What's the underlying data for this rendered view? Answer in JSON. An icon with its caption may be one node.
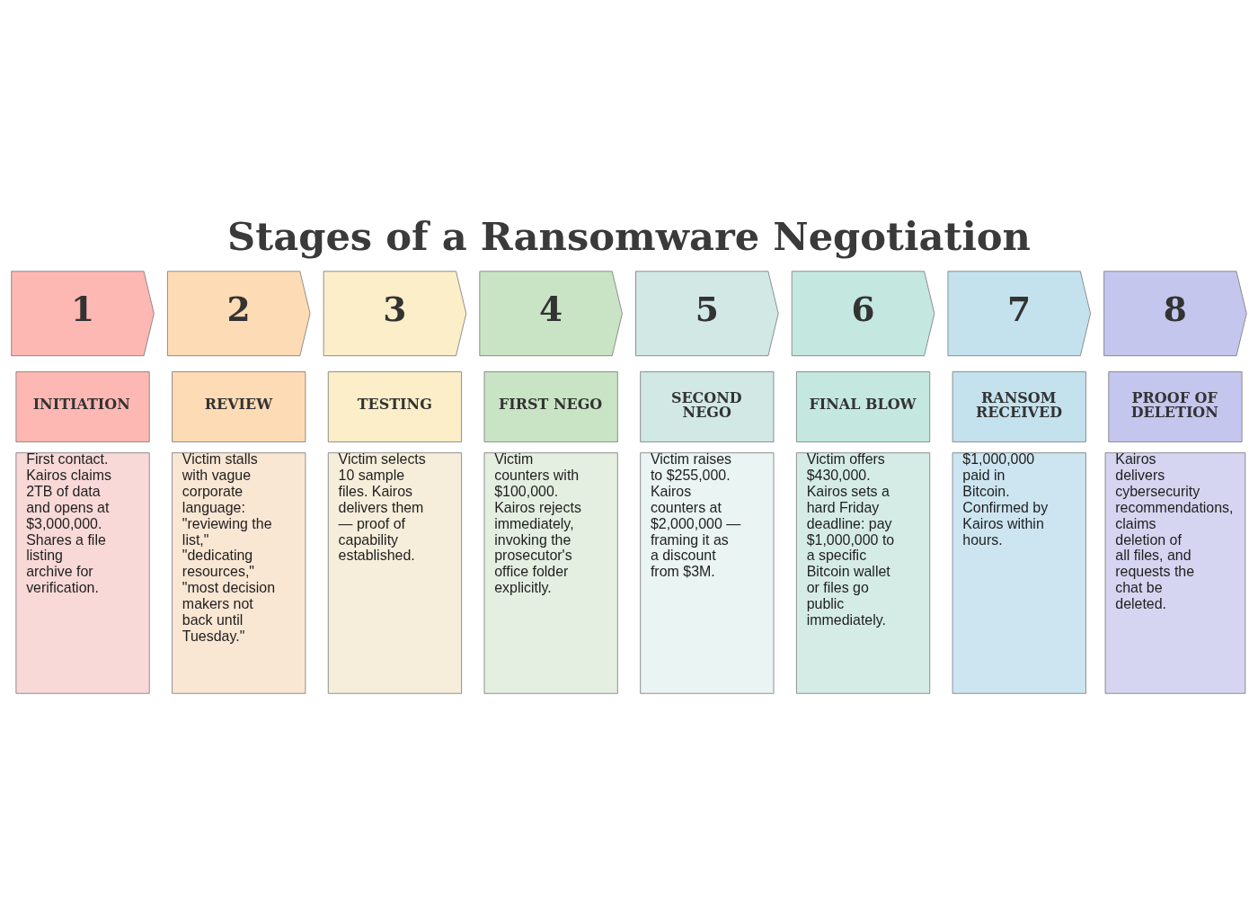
{
  "diagram": {
    "title": "Stages of a Ransomware Negotiation",
    "nodes": [
      {
        "text": [
          "1"
        ]
      },
      {
        "text": [
          "INITIATION"
        ]
      },
      {
        "text": [
          "First contact. Kairos claims 2TB of data and opens at $3,000,000. Shares a file listing archive for verification."
        ]
      },
      {
        "text": [
          "2"
        ]
      },
      {
        "text": [
          "REVIEW"
        ]
      },
      {
        "text": [
          "Victim stalls with vague corporate language: \"reviewing the list,\" \"dedicating resources,\" \"most decision makers not back until Tuesday.\""
        ]
      },
      {
        "text": [
          "3"
        ]
      },
      {
        "text": [
          "TESTING"
        ]
      },
      {
        "text": [
          "Victim selects 10 sample files. Kairos delivers them — proof of capability established."
        ]
      },
      {
        "text": [
          "4"
        ]
      },
      {
        "text": [
          "FIRST NEGO"
        ]
      },
      {
        "text": [
          "Victim counters with $100,000. Kairos rejects immediately, invoking the prosecutor's office folder explicitly."
        ]
      },
      {
        "text": [
          "5"
        ]
      },
      {
        "text": [
          "SECOND NEGO"
        ]
      },
      {
        "text": [
          "Victim raises to $255,000. Kairos counters at $2,000,000 — framing it as a discount from $3M."
        ]
      },
      {
        "text": [
          "6"
        ]
      },
      {
        "text": [
          "FINAL BLOW"
        ]
      },
      {
        "text": [
          "Victim offers $430,000. Kairos sets a hard Friday deadline: pay $1,000,000 to a specific Bitcoin wallet or files go public immediately."
        ]
      },
      {
        "text": [
          "7"
        ]
      },
      {
        "text": [
          "RANSOM RECEIVED"
        ]
      },
      {
        "text": [
          "$1,000,000 paid in Bitcoin. Confirmed by Kairos within hours."
        ]
      },
      {
        "text": [
          "8"
        ]
      },
      {
        "text": [
          "PROOF OF DELETION"
        ]
      },
      {
        "text": [
          "Kairos delivers cybersecurity recommendations, claims deletion of all files, and requests the chat be deleted."
        ]
      }
    ]
  }
}
